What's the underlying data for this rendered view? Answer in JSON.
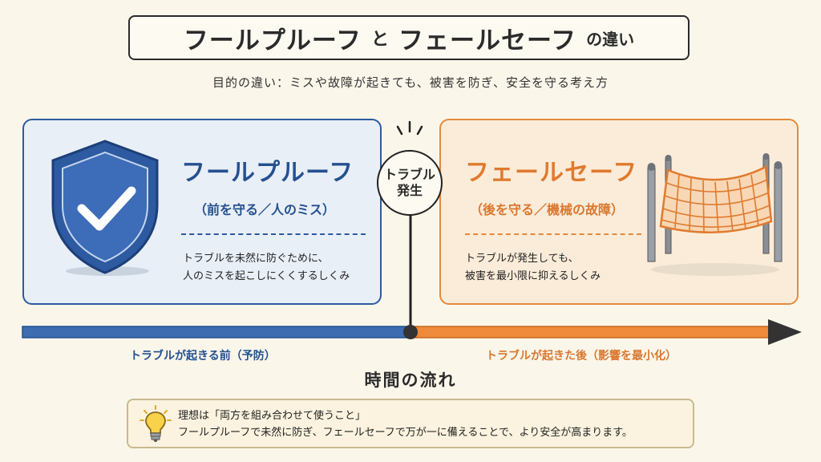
{
  "title": {
    "term_a": "フールプルーフ",
    "conj": "と",
    "term_b": "フェールセーフ",
    "suffix": "の違い"
  },
  "subtitle": "目的の違い：ミスや故障が起きても、被害を防ぎ、安全を守る考え方",
  "foolproof": {
    "title": "フールプルーフ",
    "subtitle": "（前を守る／人のミス）",
    "desc_line1": "トラブルを未然に防ぐために、",
    "desc_line2": "人のミスを起こしにくくするしくみ",
    "color": "#24508f",
    "icon": "shield-check-icon"
  },
  "failsafe": {
    "title": "フェールセーフ",
    "subtitle": "（後を守る／機械の故障）",
    "desc_line1": "トラブルが発生しても、",
    "desc_line2": "被害を最小限に抑えるしくみ",
    "color": "#e07a2e",
    "icon": "safety-net-icon"
  },
  "event": {
    "line1": "トラブル",
    "line2": "発生"
  },
  "timeline": {
    "before": "トラブルが起きる前（予防）",
    "after": "トラブルが起きた後（影響を最小化）",
    "label": "時間の流れ"
  },
  "tip": {
    "line1": "理想は「両方を組み合わせて使うこと」",
    "line2": "フールプルーフで未然に防ぎ、フェールセーフで万が一に備えることで、より安全が高まります。",
    "icon": "lightbulb-icon"
  }
}
